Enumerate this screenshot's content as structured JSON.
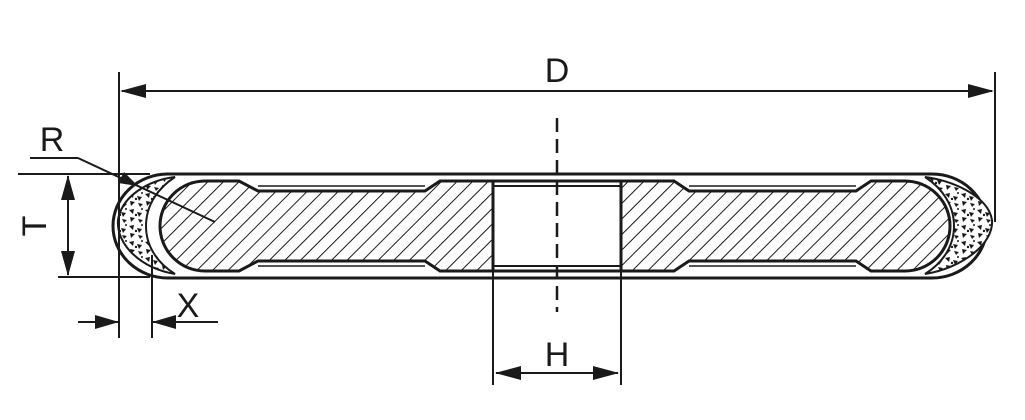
{
  "diagram": {
    "labels": {
      "d": "D",
      "r": "R",
      "t": "T",
      "x": "X",
      "h": "H"
    },
    "colors": {
      "ink": "#1a1a1a",
      "paper": "#ffffff"
    }
  }
}
